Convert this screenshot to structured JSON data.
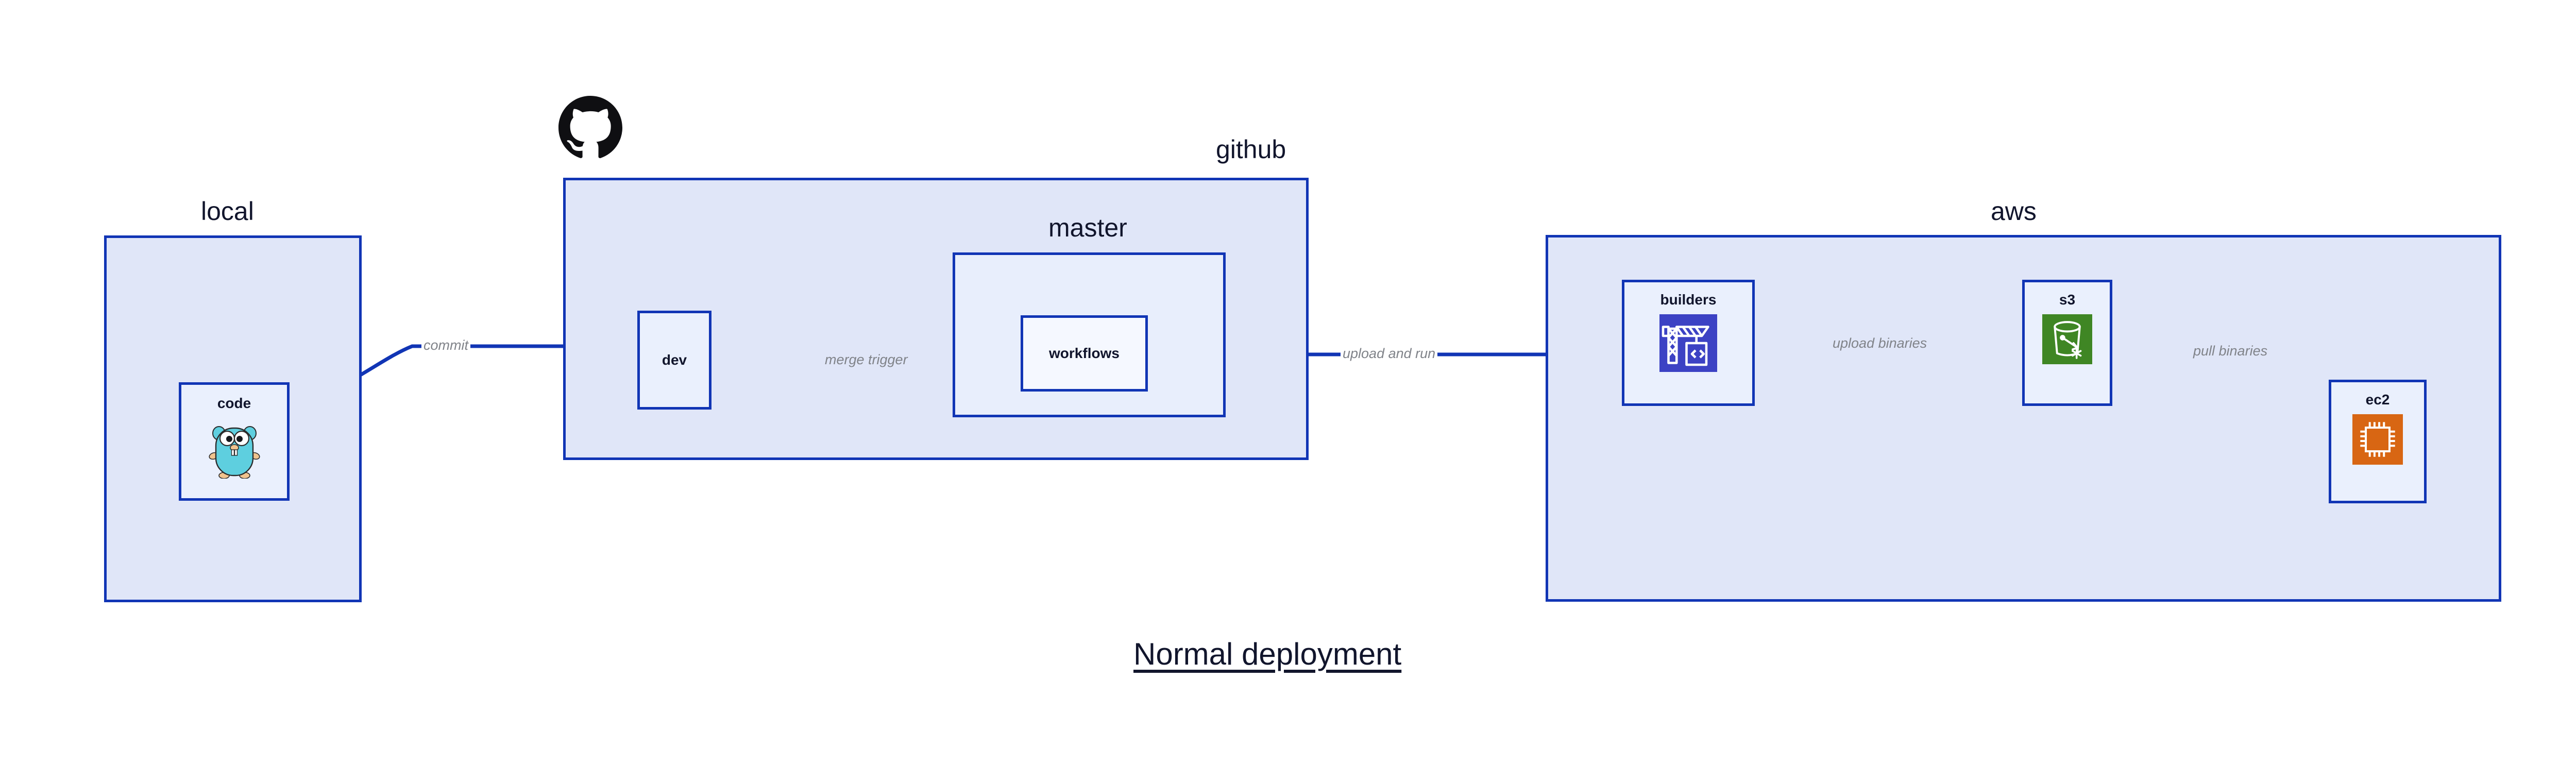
{
  "diagram": {
    "title": "Normal deployment",
    "accent_border": "#1135b5",
    "group_fill": "#e0e6f8",
    "node_fill": "#eaf0fd",
    "label_text_color": "#11152c",
    "edge_label_color": "#808389"
  },
  "groups": [
    {
      "id": "local",
      "label": "local"
    },
    {
      "id": "github",
      "label": "github"
    },
    {
      "id": "master",
      "label": "master"
    },
    {
      "id": "aws",
      "label": "aws"
    }
  ],
  "nodes": [
    {
      "id": "code",
      "label": "code",
      "icon": "go-gopher-icon",
      "icon_color": "#5ecfdf"
    },
    {
      "id": "dev",
      "label": "dev",
      "icon": "none",
      "icon_color": ""
    },
    {
      "id": "workflows",
      "label": "workflows",
      "icon": "none",
      "icon_color": ""
    },
    {
      "id": "builders",
      "label": "builders",
      "icon": "aws-codebuild-icon",
      "icon_color": "#3c42c4"
    },
    {
      "id": "s3",
      "label": "s3",
      "icon": "aws-s3-icon",
      "icon_color": "#3f8624"
    },
    {
      "id": "ec2",
      "label": "ec2",
      "icon": "aws-ec2-icon",
      "icon_color": "#d86613"
    }
  ],
  "edges": [
    {
      "id": "commit",
      "from": "code",
      "to": "dev",
      "label": "commit"
    },
    {
      "id": "merge-trigger",
      "from": "dev",
      "to": "workflows",
      "label": "merge trigger"
    },
    {
      "id": "upload-and-run",
      "from": "workflows",
      "to": "builders",
      "label": "upload and run"
    },
    {
      "id": "upload-binaries",
      "from": "builders",
      "to": "s3",
      "label": "upload binaries"
    },
    {
      "id": "pull-binaries",
      "from": "s3",
      "to": "ec2",
      "label": "pull binaries"
    }
  ],
  "brand_icons": [
    {
      "id": "github-octocat",
      "name": "github-octocat-icon",
      "color": "#0f0f12"
    }
  ]
}
